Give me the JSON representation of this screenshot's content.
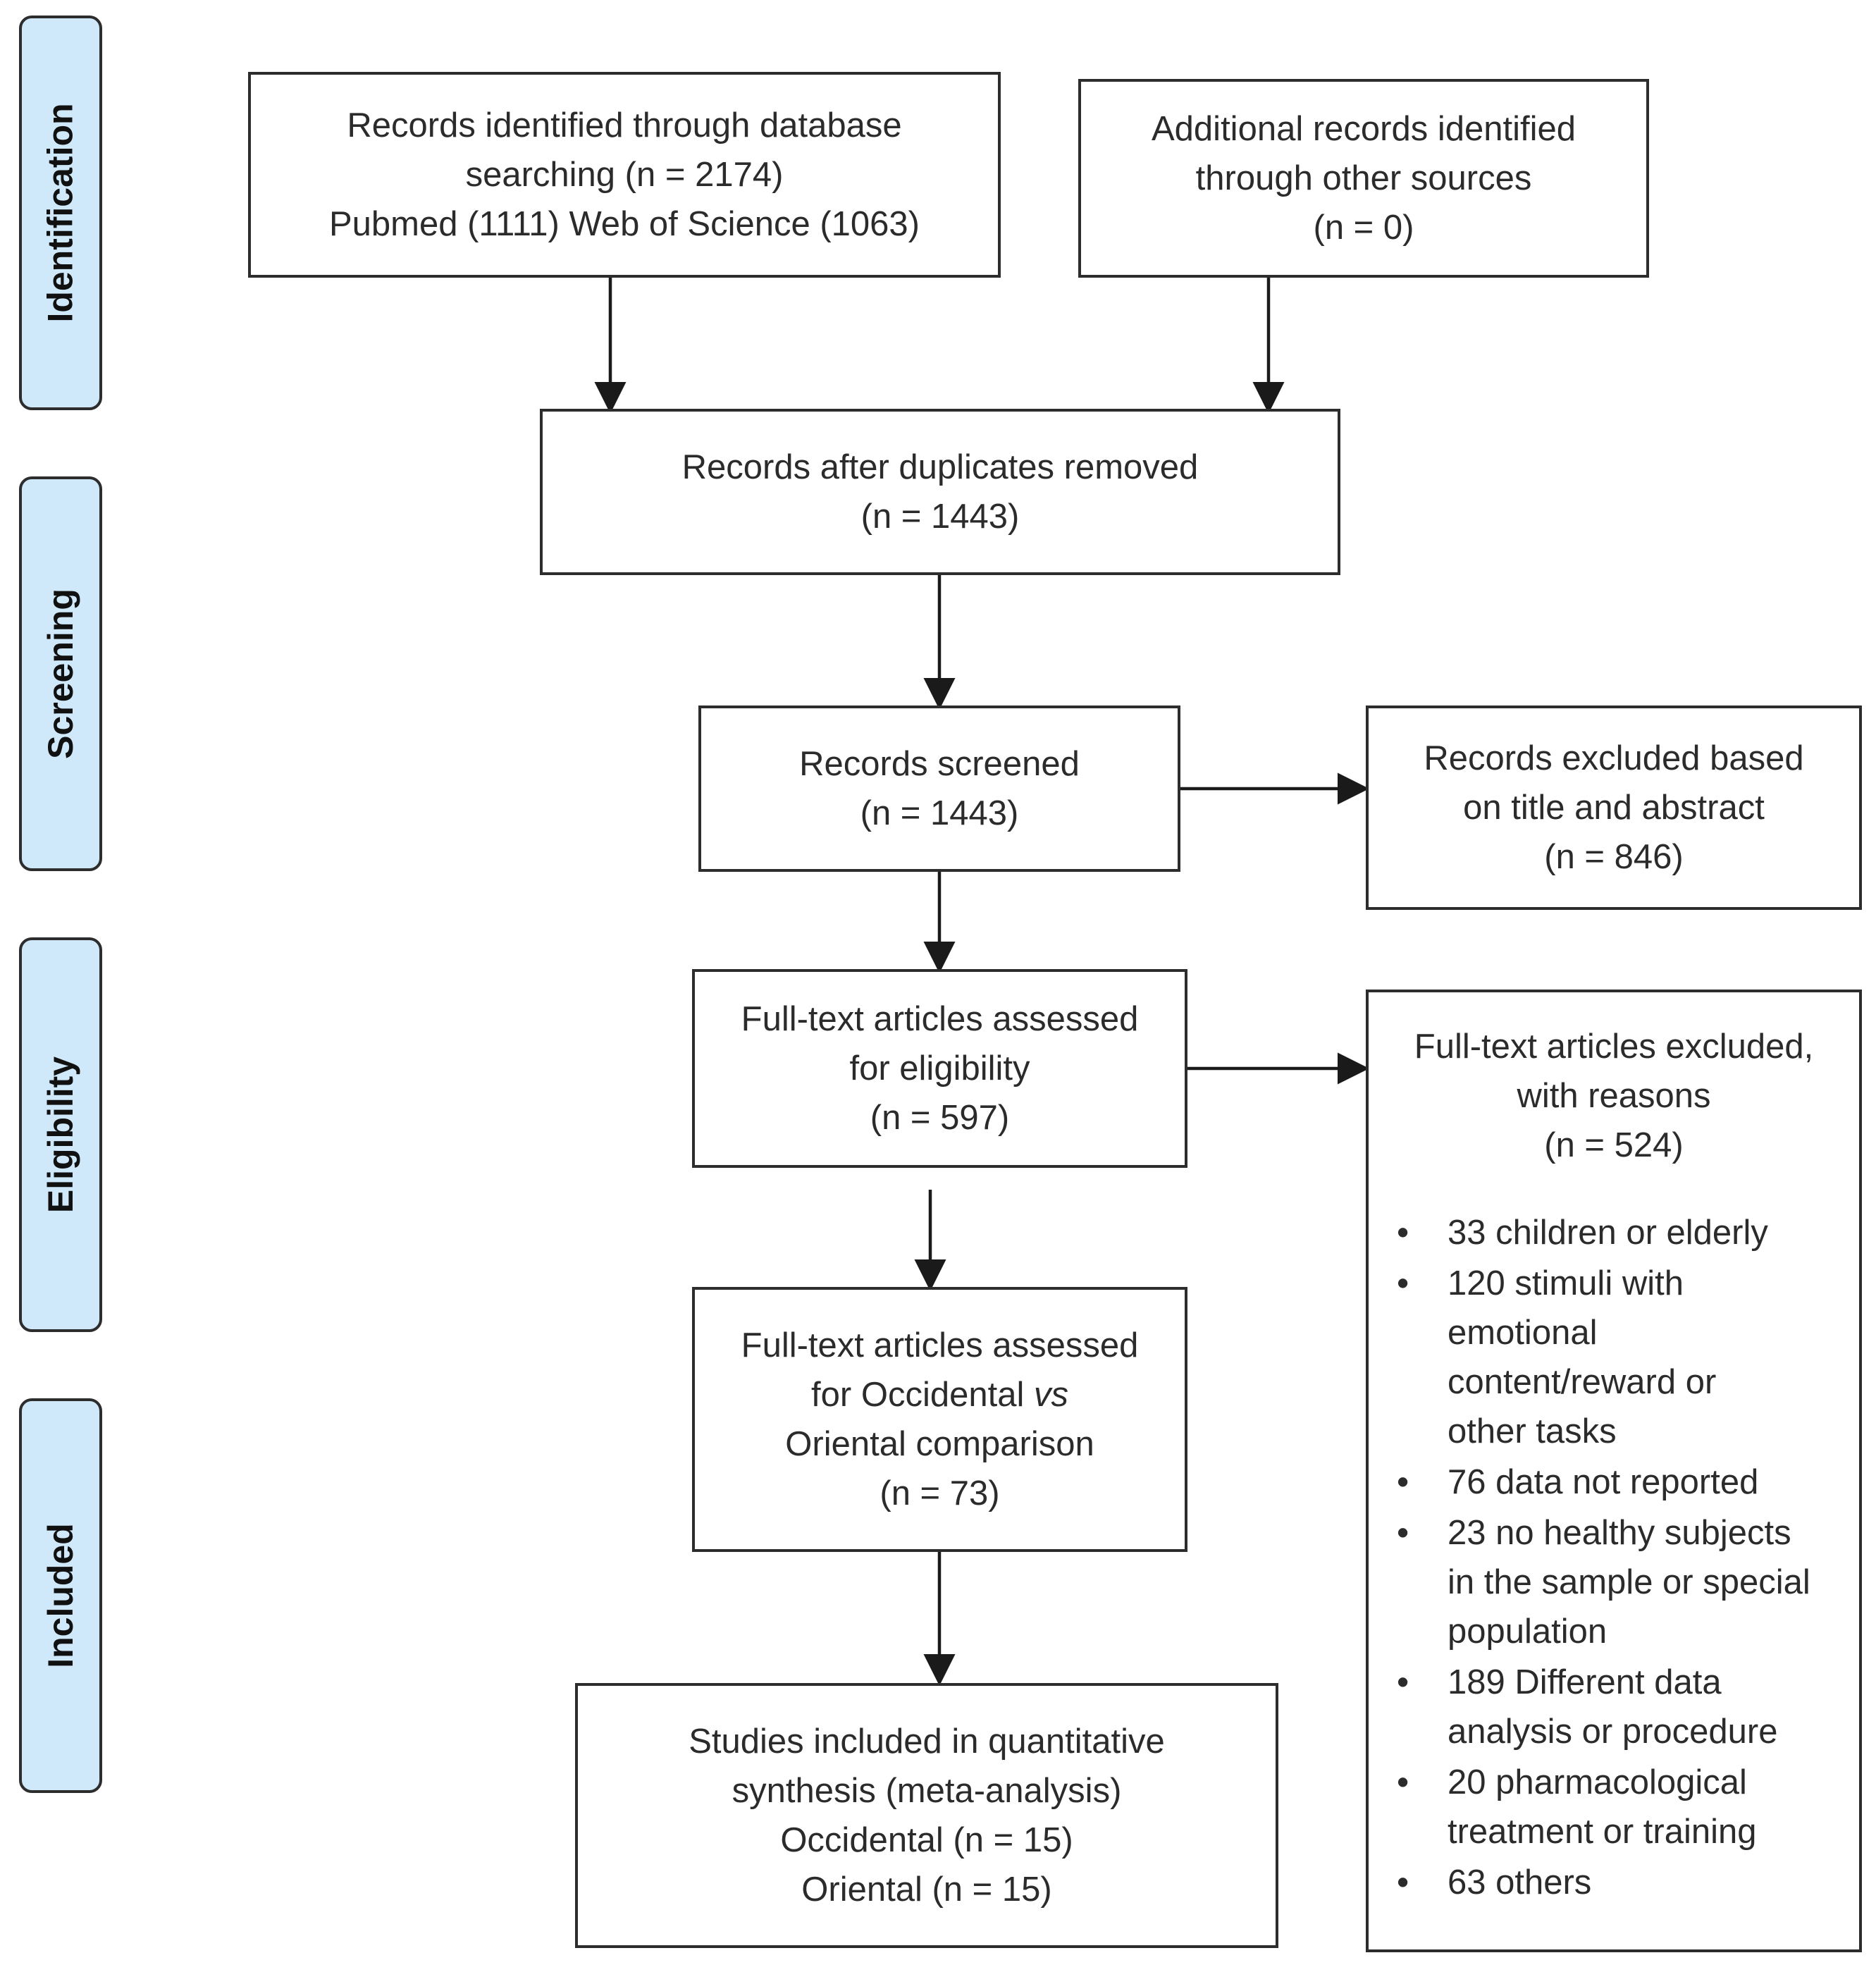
{
  "phases": [
    {
      "label": "Identification"
    },
    {
      "label": "Screening"
    },
    {
      "label": "Eligibility"
    },
    {
      "label": "Included"
    }
  ],
  "boxes": {
    "database": {
      "lines": [
        "Records identified through database",
        "searching (n = 2174)",
        "Pubmed  (1111) Web of Science (1063)"
      ]
    },
    "other_sources": {
      "lines": [
        "Additional records identified",
        "through other sources",
        "(n = 0)"
      ]
    },
    "duplicates_removed": {
      "lines": [
        "Records after duplicates removed",
        "(n = 1443)"
      ]
    },
    "screened": {
      "lines": [
        "Records screened",
        "(n = 1443)"
      ]
    },
    "excluded_title": {
      "lines": [
        "Records excluded based",
        "on title and abstract",
        "(n = 846)"
      ]
    },
    "fulltext_eligibility": {
      "lines": [
        "Full-text articles assessed",
        "for eligibility",
        "(n = 597)"
      ]
    },
    "fulltext_comparison": {
      "line1": "Full-text articles assessed",
      "line2_pre": "for Occidental ",
      "line2_em": "vs",
      "line3": "Oriental comparison",
      "line4": "(n = 73)"
    },
    "included": {
      "lines": [
        "Studies included in quantitative",
        "synthesis (meta-analysis)",
        "Occidental (n = 15)",
        "Oriental (n = 15)"
      ]
    },
    "fulltext_excluded": {
      "head": [
        "Full-text articles excluded,",
        "with reasons",
        "(n = 524)"
      ],
      "reasons": [
        [
          "33 children or elderly"
        ],
        [
          "120 stimuli with",
          "emotional",
          "content/reward or",
          "other tasks"
        ],
        [
          "76 data not reported"
        ],
        [
          "23 no healthy subjects",
          "in the sample or special",
          "population"
        ],
        [
          "189 Different data",
          "analysis or procedure"
        ],
        [
          "20 pharmacological",
          "treatment or training"
        ],
        [
          "63 others"
        ]
      ],
      "bullet": "•"
    }
  }
}
